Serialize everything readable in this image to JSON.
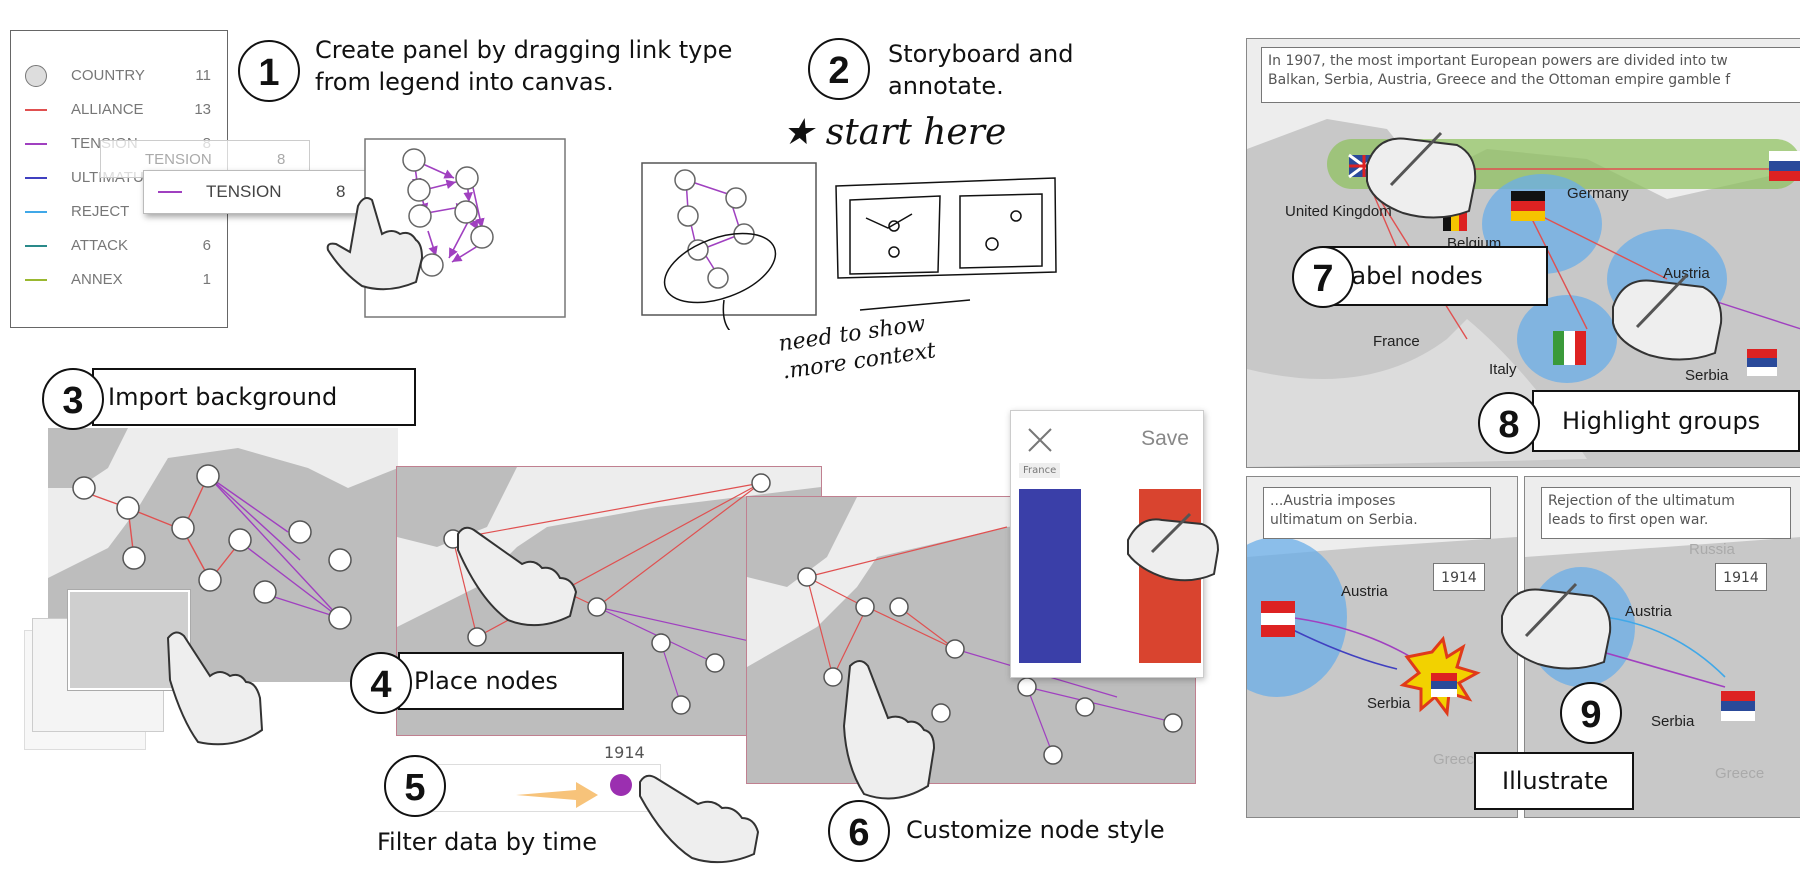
{
  "legend": {
    "items": [
      {
        "name": "COUNTRY",
        "count": "11",
        "color": "#777777",
        "kind": "circle"
      },
      {
        "name": "ALLIANCE",
        "count": "13",
        "color": "#e05050"
      },
      {
        "name": "TENSION",
        "count": "8",
        "color": "#a040c0"
      },
      {
        "name": "ULTIMATUM",
        "count": "",
        "color": "#4040c0"
      },
      {
        "name": "REJECT",
        "count": "",
        "color": "#40a8e8"
      },
      {
        "name": "ATTACK",
        "count": "6",
        "color": "#2a8a8a"
      },
      {
        "name": "ANNEX",
        "count": "1",
        "color": "#9ab830"
      }
    ],
    "drag_chip": {
      "name": "TENSION",
      "count": "8",
      "ghost_name": "TENSION",
      "ghost_count": "8"
    }
  },
  "steps": [
    {
      "num": "1",
      "text_line1": "Create panel by dragging link type",
      "text_line2": "from legend into canvas."
    },
    {
      "num": "2",
      "text_line1": "Storyboard and",
      "text_line2": "annotate."
    },
    {
      "num": "3",
      "text": "Import background"
    },
    {
      "num": "4",
      "text": "Place nodes"
    },
    {
      "num": "5",
      "text": "Filter data by time"
    },
    {
      "num": "6",
      "text": "Customize node style"
    },
    {
      "num": "7",
      "text": "Label nodes"
    },
    {
      "num": "8",
      "text": "Highlight groups"
    },
    {
      "num": "9",
      "text": "Illustrate"
    }
  ],
  "sketch": {
    "start": "★ start here",
    "note_line1": "need to show",
    "note_line2": ".more context"
  },
  "timeline": {
    "year": "1914"
  },
  "style_panel": {
    "save": "Save",
    "tag": "France",
    "colors": [
      "#3a3fa8",
      "#ffffff",
      "#d9442f"
    ]
  },
  "story": {
    "top_caption_line1": "In 1907, the most important European powers are divided into tw",
    "top_caption_line2": "Balkan, Serbia, Austria, Greece and the Ottoman empire gamble f",
    "places_top": [
      "United Kingdom",
      "Belgium",
      "Germany",
      "Austria",
      "France",
      "Italy",
      "Serbia"
    ],
    "left_caption_line1": "...Austria imposes",
    "left_caption_line2": "ultimatum on Serbia.",
    "right_caption_line1": "Rejection of the ultimatum",
    "right_caption_line2": "leads to first open war.",
    "year": "1914",
    "places_bottom": [
      "Austria",
      "Serbia",
      "Greece",
      "Russia"
    ]
  },
  "colors": {
    "alliance": "#e05050",
    "tension": "#a040c0",
    "ultimatum": "#4040c0",
    "reject": "#40a8e8",
    "group": "#6aaee8",
    "green": "#8cc05a",
    "timeline_dot": "#9b2fb0",
    "timeline_arrow": "#f7c37a"
  }
}
